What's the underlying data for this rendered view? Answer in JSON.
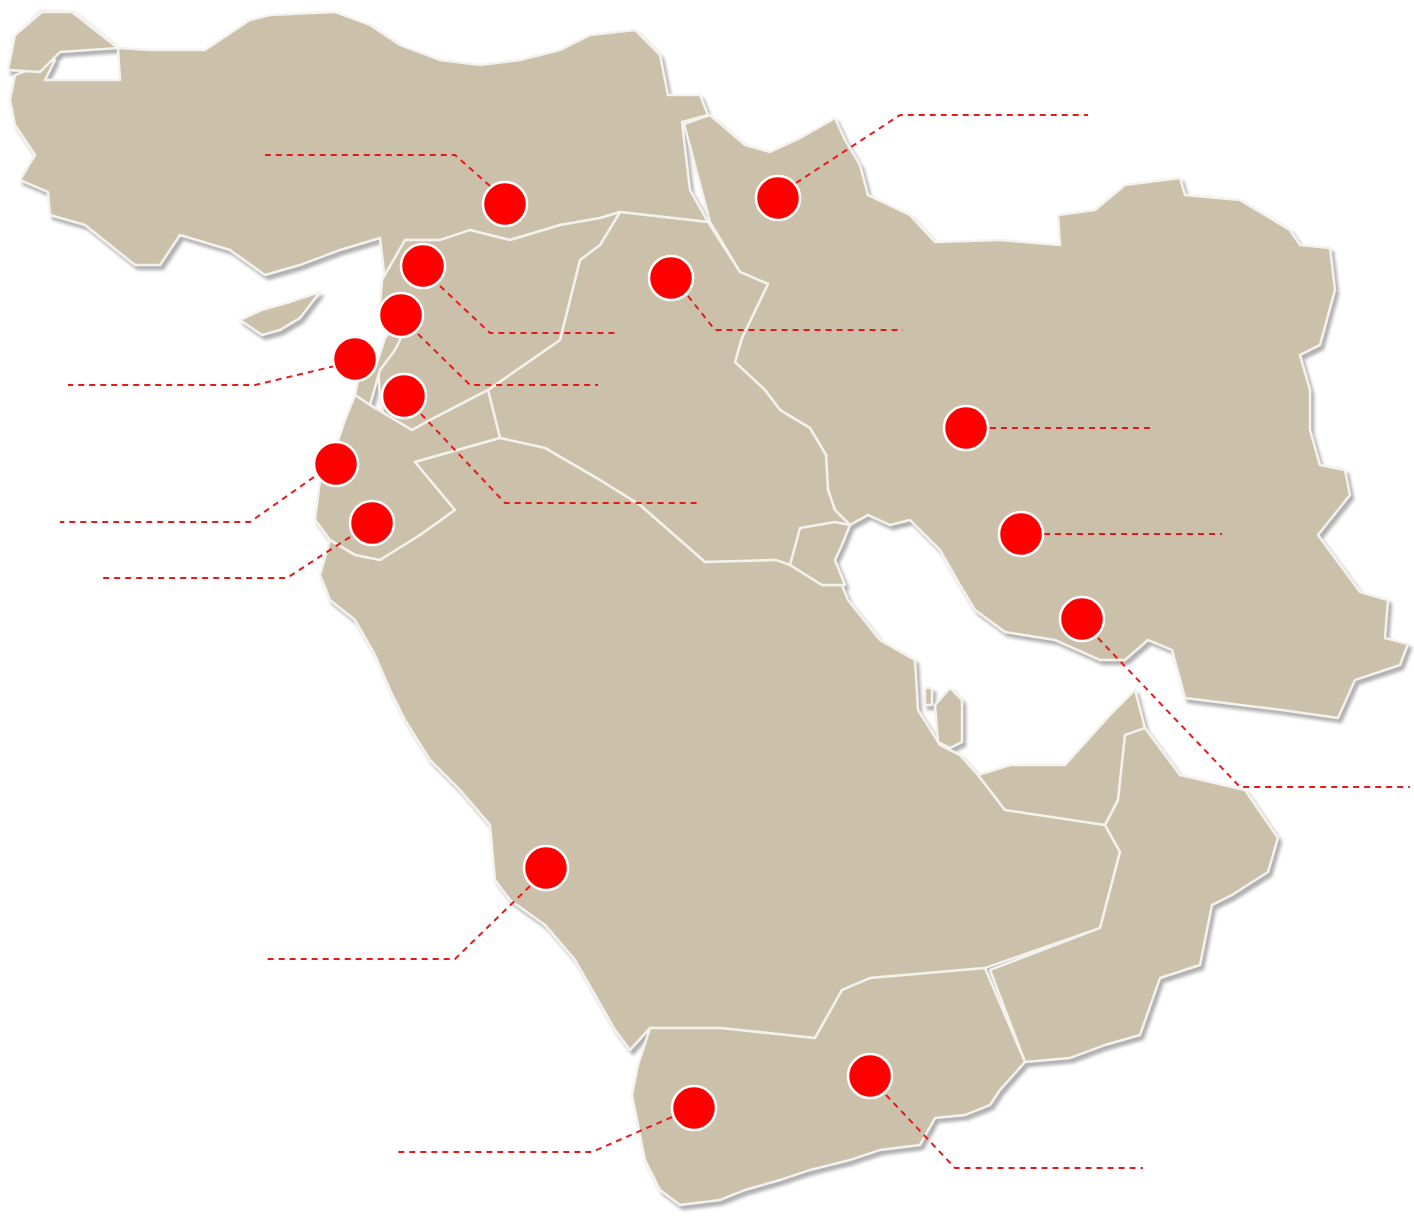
{
  "map": {
    "land_color": "#cbc0a9",
    "border_color": "#f4f2ee",
    "marker_color": "#ff0000",
    "leader_color": "#e8191b",
    "marker_icon": "red-dot-marker",
    "markers": [
      {
        "id": "turkey"
      },
      {
        "id": "caucasus"
      },
      {
        "id": "syria-north"
      },
      {
        "id": "iraq"
      },
      {
        "id": "syria-south"
      },
      {
        "id": "cyprus-lebanon"
      },
      {
        "id": "jordan-north"
      },
      {
        "id": "iran"
      },
      {
        "id": "israel"
      },
      {
        "id": "iran-south"
      },
      {
        "id": "palestine"
      },
      {
        "id": "hormuz"
      },
      {
        "id": "saudi-arabia"
      },
      {
        "id": "yemen-west"
      },
      {
        "id": "yemen-east"
      }
    ]
  }
}
